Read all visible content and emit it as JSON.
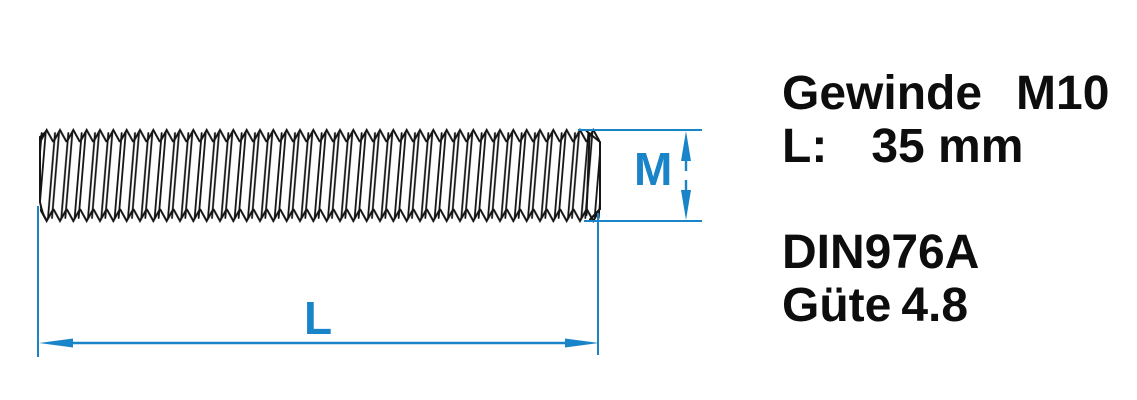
{
  "drawing": {
    "dimension_labels": {
      "diameter": "M",
      "length": "L"
    }
  },
  "specs": {
    "rows": [
      {
        "label": "Gewinde",
        "value": "M10"
      },
      {
        "label": "L:",
        "value": "35 mm"
      },
      {
        "label": "DIN976A",
        "value": ""
      },
      {
        "label": "Güte",
        "value": "4.8"
      }
    ]
  },
  "colors": {
    "dimension_blue": "#1a84c8",
    "drawing_black": "#141414",
    "background": "#ffffff"
  }
}
